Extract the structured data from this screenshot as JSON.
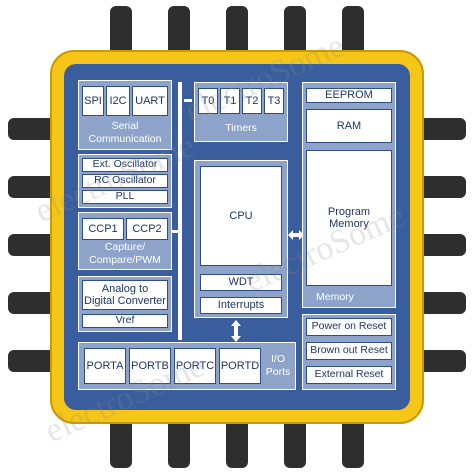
{
  "serial": {
    "spi": "SPI",
    "i2c": "I2C",
    "uart": "UART",
    "label": "Serial\nCommunication"
  },
  "timers": {
    "t0": "T0",
    "t1": "T1",
    "t2": "T2",
    "t3": "T3",
    "label": "Timers"
  },
  "clock": {
    "ext": "Ext. Oscillator",
    "rc": "RC Oscillator",
    "pll": "PLL"
  },
  "ccp": {
    "ccp1": "CCP1",
    "ccp2": "CCP2",
    "label": "Capture/\nCompare/PWM"
  },
  "adc": {
    "label": "Analog to\nDigital Converter",
    "vref": "Vref"
  },
  "core": {
    "cpu": "CPU",
    "wdt": "WDT",
    "interrupts": "Interrupts"
  },
  "memory": {
    "eeprom": "EEPROM",
    "ram": "RAM",
    "program": "Program\nMemory",
    "label": "Memory"
  },
  "reset": {
    "por": "Power on Reset",
    "bor": "Brown out Reset",
    "ext": "External Reset"
  },
  "io": {
    "porta": "PORTA",
    "portb": "PORTB",
    "portc": "PORTC",
    "portd": "PORTD",
    "label": "I/O\nPorts"
  },
  "watermark": "electroSome",
  "colors": {
    "chip_border": "#f5c518",
    "chip_body": "#3a5d9e",
    "panel": "#8ea3c9",
    "pins": "#2e2e2e"
  }
}
